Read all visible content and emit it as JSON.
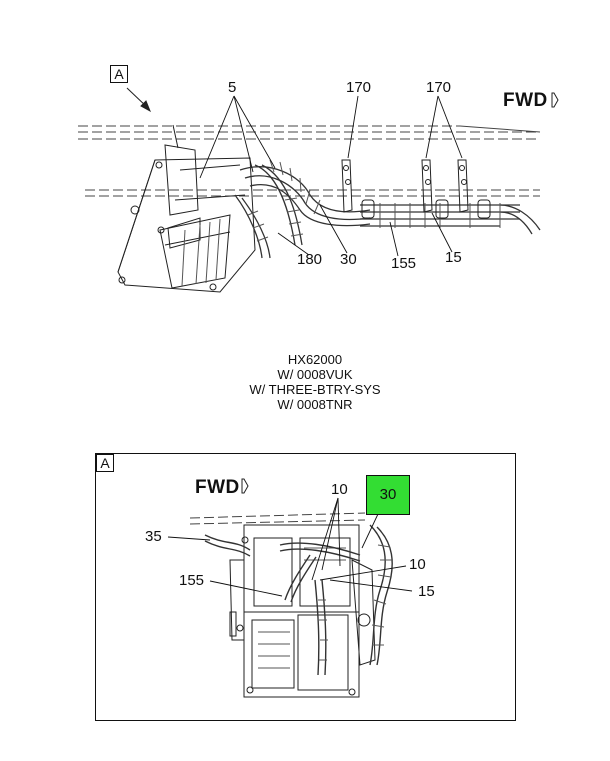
{
  "top_view": {
    "view_letter": "A",
    "fwd_label": "FWD",
    "callouts": [
      "5",
      "170",
      "170",
      "180",
      "30",
      "155",
      "15"
    ]
  },
  "caption": {
    "lines": [
      "HX62000",
      "W/ 0008VUK",
      "W/ THREE-BTRY-SYS",
      "W/ 0008TNR"
    ]
  },
  "detail_view": {
    "view_letter": "A",
    "fwd_label": "FWD",
    "highlighted_callout": "30",
    "highlight_color": "#33dd33",
    "callouts": [
      "10",
      "35",
      "10",
      "155",
      "15"
    ]
  }
}
